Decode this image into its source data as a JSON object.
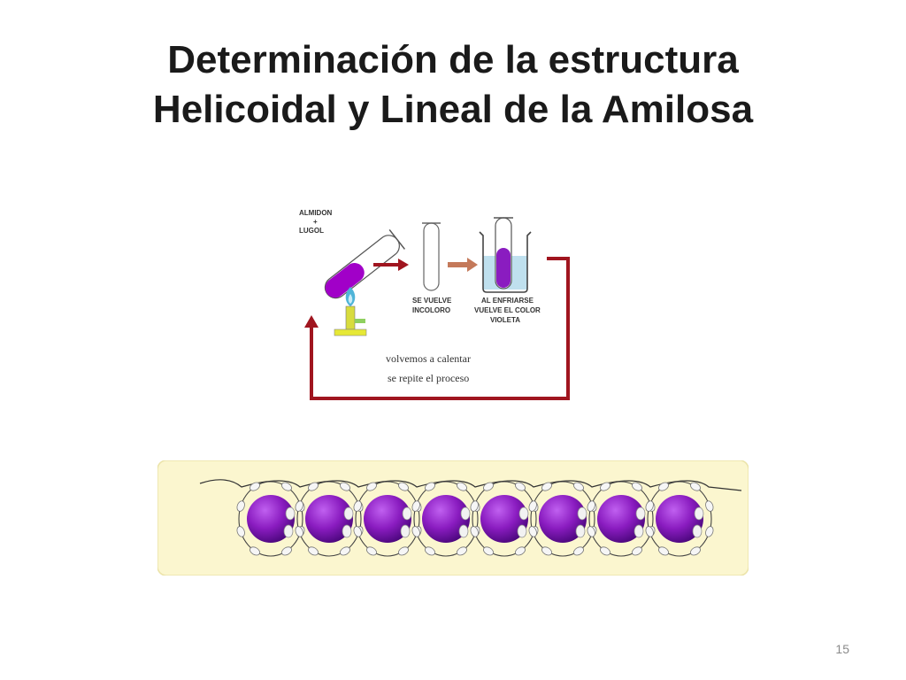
{
  "slide": {
    "title_line1": "Determinación de la estructura",
    "title_line2": "Helicoidal y Lineal de la Amilosa",
    "page_number": "15"
  },
  "diagram": {
    "label_start_1": "ALMIDON",
    "label_start_2": "+",
    "label_start_3": "LUGOL",
    "label_mid_1": "SE VUELVE",
    "label_mid_2": "INCOLORO",
    "label_end_1": "AL ENFRIARSE",
    "label_end_2": "VUELVE EL COLOR",
    "label_end_3": "VIOLETA",
    "loop_text_1": "volvemos a calentar",
    "loop_text_2": "se repite el proceso"
  },
  "colors": {
    "violet": "#8a1cc0",
    "arrow_red": "#a0151f",
    "arrow_brown": "#c4795a",
    "helix_band": "#fbf6cf",
    "flame_blue": "#4fb4d8",
    "burner_yellow": "#e6e836"
  },
  "helix": {
    "sphere_count": 8
  }
}
